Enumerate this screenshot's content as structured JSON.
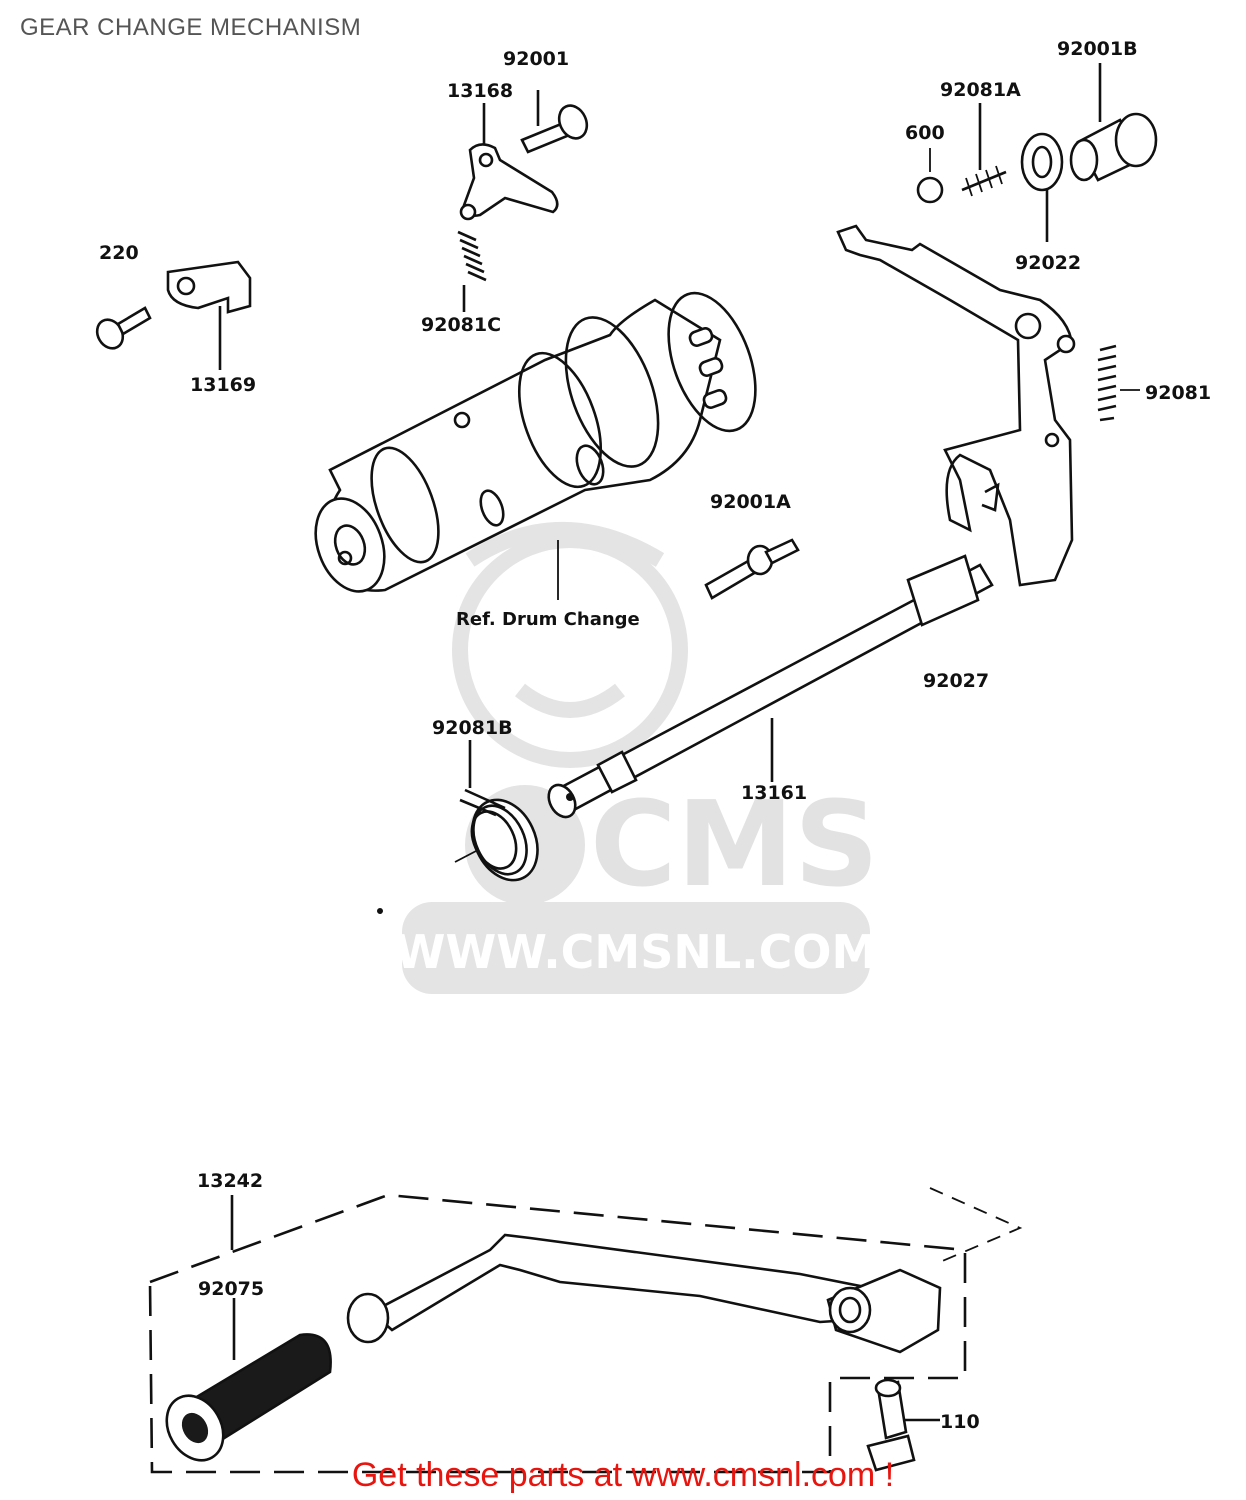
{
  "title": "GEAR CHANGE MECHANISM",
  "watermark": {
    "brand": "CMS",
    "url": "WWW.CMSNL.COM"
  },
  "parts": {
    "p92001": "92001",
    "p13168": "13168",
    "p92001B": "92001B",
    "p92081A": "92081A",
    "p600": "600",
    "p220": "220",
    "p92022": "92022",
    "p92081C": "92081C",
    "p13169": "13169",
    "p92081": "92081",
    "p92001A": "92001A",
    "ref_drum": "Ref. Drum Change",
    "p92027": "92027",
    "p92081B": "92081B",
    "p13161": "13161",
    "p13242": "13242",
    "p92075": "92075",
    "p110": "110"
  },
  "footer": {
    "link_text": "Get these parts at www.cmsnl.com !",
    "color": "#e8150f"
  }
}
